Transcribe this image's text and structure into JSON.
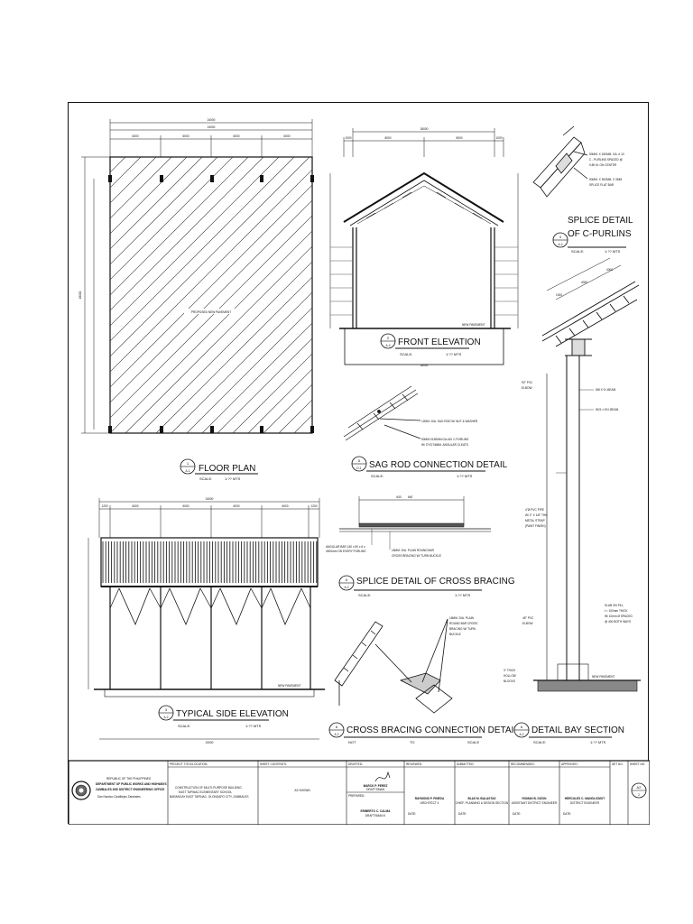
{
  "views": {
    "floor_plan": {
      "number": "1",
      "sheet": "A-1",
      "title": "FLOOR PLAN",
      "scale_label": "SCALE:",
      "scale": "1:?? MTS",
      "dims_top": [
        "24000",
        "24000"
      ],
      "dims_bays": [
        "6000",
        "6000",
        "6000",
        "6000"
      ],
      "dim_side": "18000",
      "center_label": "PROPOSED NEW PAVEMENT"
    },
    "front_elevation": {
      "number": "2",
      "sheet": "A-2",
      "title": "FRONT ELEVATION",
      "scale_label": "SCALE:",
      "scale": "1:?? MTS",
      "dims_top": [
        "18000",
        "1000",
        "8000",
        "8000",
        "1000"
      ],
      "dim_bottom": "18000",
      "ground_label": "NEW PAVEMENT"
    },
    "side_elevation": {
      "number": "3",
      "sheet": "A-2",
      "title": "TYPICAL SIDE ELEVATION",
      "scale_label": "SCALE:",
      "scale": "1:?? MTS",
      "dims_top": [
        "24000"
      ],
      "dims_bays": [
        "1200",
        "6000",
        "6000",
        "6000",
        "6000",
        "1200"
      ],
      "dim_bottom": "24000",
      "ground_label": "NEW PAVEMENT"
    },
    "splice_purlins": {
      "number": "4",
      "sheet": "A-2",
      "title_line1": "SPLICE DETAIL",
      "title_line2": "OF C-PURLINS",
      "scale_label": "SCALE:",
      "scale": "1:?? MTS",
      "notes": [
        "50MM. X 150MM. GA. # 10",
        "C - PURLINS SPACED @",
        "0.80 M. ON CENTER",
        "50MM. X 300MM. X 3MM",
        "SPLICE FLAT BAR"
      ]
    },
    "sag_rod": {
      "number": "5",
      "sheet": "D-1",
      "title": "SAG ROD CONNECTION DETAIL",
      "scale_label": "SCALE:",
      "scale": "1:?? MTS",
      "notes": [
        "12MM. DIA. SAG ROD W/ NUT & WASHER",
        "50MM.X150MM.GA.#10 C-PURLINS",
        "W/ 3\"X3\"X6MM. ANGULAR CLEATS"
      ]
    },
    "splice_bracing": {
      "number": "5",
      "sheet": "A-2",
      "title": "SPLICE DETAIL OF CROSS BRACING",
      "scale_label": "SCALE:",
      "scale": "1:?? MTS",
      "dims_top": [
        "640",
        "640"
      ],
      "notes": [
        "ANGULAR BAR L50 x 50 x 6 x",
        "4000mm ON EVERY PURLINS",
        "16MM. DIA. PLAIN ROUND BAR",
        "CROSS BRACING W/ TURN BUCKLE"
      ]
    },
    "bracing_connection": {
      "number": "6",
      "sheet": "A-2",
      "title": "CROSS BRACING CONNECTION DETAIL",
      "scale_words": [
        "NOT",
        "TO",
        "SCALE"
      ],
      "notes": [
        "16MM. DIA. PLAIN",
        "ROUND BAR CROSS",
        "BRACING W/ TURN",
        "BUCKLE"
      ]
    },
    "bay_section": {
      "number": "6",
      "sheet": "A-2",
      "title": "DETAIL BAY SECTION",
      "scale_label": "SCALE:",
      "scale": "1:?? MTS",
      "dims_top": [
        "1000",
        "4000",
        "4000"
      ],
      "notes_left": [
        "90° PVC",
        "ELBOW",
        "4\"Ø PVC PIPE",
        "W/ 2\" X 1/8\" THK.",
        "METAL STRAP",
        "(PAINT FINISH)",
        "45° PVC",
        "ELBOW",
        "3\" THICK",
        "HOLLOW",
        "BLOCKS"
      ],
      "notes_right": [
        "W8 X 9 I-BEAM",
        "W21 x 50 I-BEAM",
        "SLAB ON FILL",
        "t = 100mm THICK",
        "W/ 10mm Ø SPACED",
        "@ 400 BOTH WAYS"
      ],
      "ground_label": "NEW PAVEMENT"
    }
  },
  "title_block": {
    "agency_lines": [
      "REPUBLIC OF THE PHILIPPINES",
      "DEPARTMENT OF PUBLIC WORKS AND HIGHWAYS",
      "ZAMBALES 2ND DISTRICT ENGINEERING OFFICE",
      "San Narciso    Castillejos    Zambales"
    ],
    "project_header": "PROJECT TITLE/LOCATION:",
    "project_lines": [
      "CONSTRUCTION OF MULTI-PURPOSE BUILDING",
      "EAST TAPINAC ELEMENTARY SCHOOL",
      "BARANGAY EAST TAPINAC, OLONGAPO CITY, ZAMBALES"
    ],
    "sheet_contents_header": "SHEET CONTENTS:",
    "sheet_contents": "AS SHOWN",
    "drafted_header": "DRAFTED:",
    "drafted_name": "MARCK P. PEREZ",
    "drafted_role": "DRAFTSMAN",
    "prepared_header": "PREPARED:",
    "prepared_name": "ERIBERTO C. CALMA",
    "prepared_role": "DRAFTSMAN II",
    "reviewed_header": "REVIEWED:",
    "reviewed_name": "RAYMOND P. PINEDA",
    "reviewed_role": "ARCHITECT II",
    "submitted_header": "SUBMITTED:",
    "submitted_name": "BLAS M. BALASTAS",
    "submitted_role": "CHIEF, PLANNING & DESIGN SECTION",
    "recommended_header": "RECOMMENDED:",
    "recommended_name": "ROMAN B. DIZON",
    "recommended_role": "ASSISTANT DISTRICT ENGINEER",
    "approved_header": "APPROVED:",
    "approved_name": "HERCULES C. MANGLICMOT",
    "approved_role": "DISTRICT ENGINEER",
    "date_label": "DATE:",
    "set_no_header": "SET NO.",
    "sheet_no_header": "SHEET NO.",
    "sheet_no": "A2",
    "sheet_total": "2"
  }
}
